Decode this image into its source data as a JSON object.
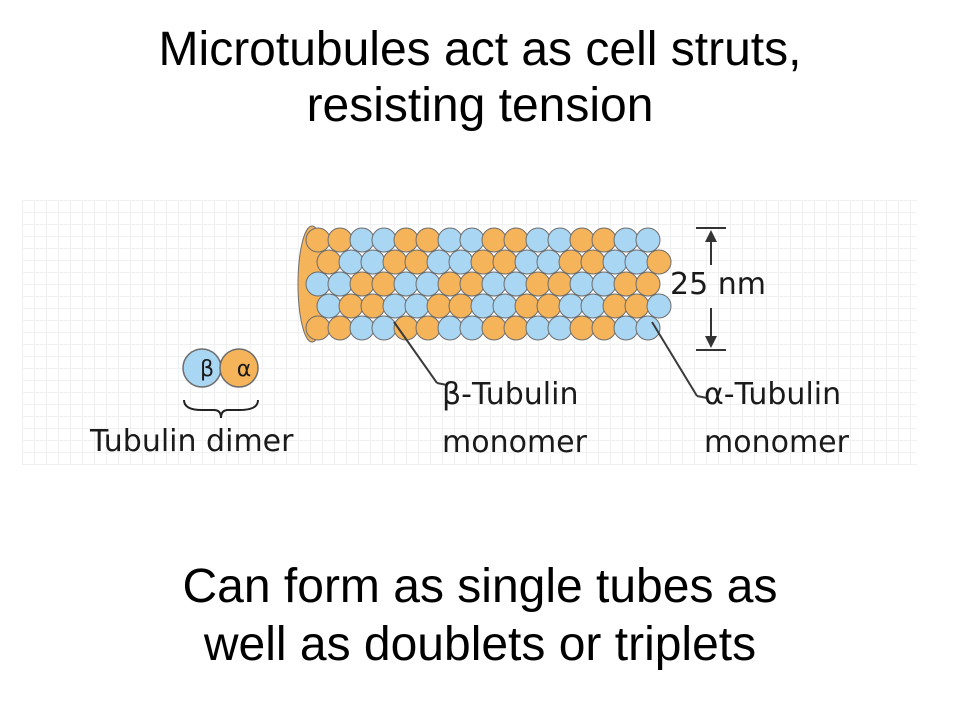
{
  "slide": {
    "title_line1": "Microtubules act as cell struts,",
    "title_line2": "resisting tension",
    "caption_line1": "Can form as single tubes as",
    "caption_line2": "well as doublets or triplets"
  },
  "diagram": {
    "dimension_label": "25 nm",
    "dimer_label": "Tubulin dimer",
    "dimer_beta_symbol": "β",
    "dimer_alpha_symbol": "α",
    "beta_label_line1": "β-Tubulin",
    "beta_label_line2": "monomer",
    "alpha_label_line1": "α-Tubulin",
    "alpha_label_line2": "monomer",
    "colors": {
      "beta_subunit": "#f5b35a",
      "alpha_subunit": "#a9d6f2",
      "outline": "#6d6d6d",
      "leader_line": "#3a3a3a"
    }
  }
}
